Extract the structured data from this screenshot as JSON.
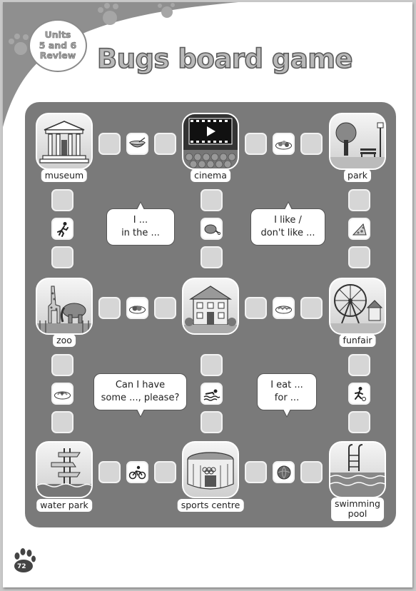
{
  "header": {
    "unit_badge": "Units\n5 and 6\nReview",
    "title": "Bugs board game"
  },
  "places": [
    {
      "key": "museum",
      "label": "museum",
      "icon": "museum-icon"
    },
    {
      "key": "cinema",
      "label": "cinema",
      "icon": "cinema-icon"
    },
    {
      "key": "park",
      "label": "park",
      "icon": "park-icon"
    },
    {
      "key": "zoo",
      "label": "zoo",
      "icon": "zoo-icon"
    },
    {
      "key": "house",
      "label": "",
      "icon": "house-icon"
    },
    {
      "key": "funfair",
      "label": "funfair",
      "icon": "funfair-icon"
    },
    {
      "key": "water_park",
      "label": "water park",
      "icon": "water-slide-icon"
    },
    {
      "key": "sports_centre",
      "label": "sports centre",
      "icon": "stadium-icon"
    },
    {
      "key": "swimming_pool",
      "label": "swimming\npool",
      "icon": "swimming-pool-icon"
    }
  ],
  "prompts": [
    {
      "text": "I ...\nin the ...",
      "tail": "up"
    },
    {
      "text": "I like /\ndon't like ...",
      "tail": "up"
    },
    {
      "text": "Can I have\nsome ..., please?",
      "tail": "down"
    },
    {
      "text": "I eat ...\nfor ...",
      "tail": "down"
    }
  ],
  "square_icons": [
    "soup-icon",
    "salad-icon",
    "running-icon",
    "chicken-icon",
    "pizza-icon",
    "meatballs-icon",
    "pasta-icon",
    "spaghetti-icon",
    "swimming-icon",
    "football-icon",
    "cycling-icon",
    "cabbage-icon"
  ],
  "page_number": "72",
  "colors": {
    "board": "#7a7a7a",
    "square": "#d6d6d6",
    "header_wave": "#8f8f8f"
  }
}
